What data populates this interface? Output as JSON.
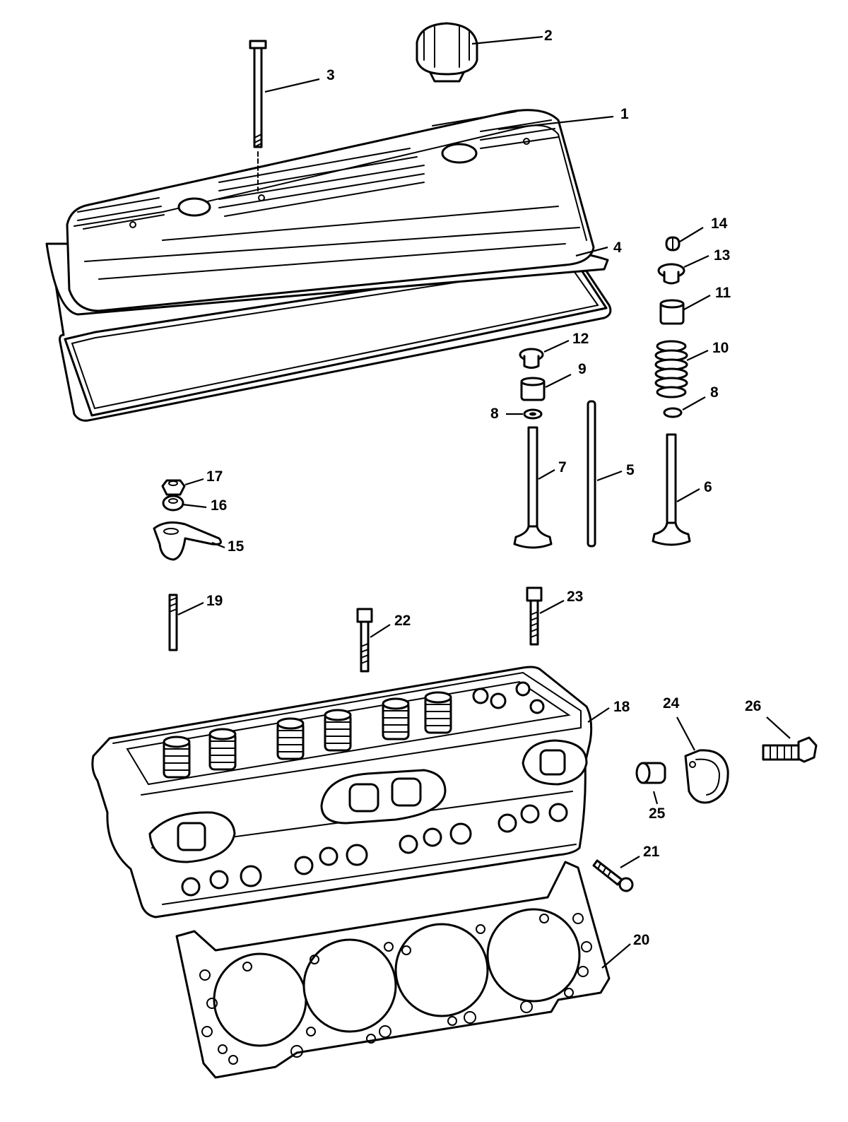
{
  "diagram": {
    "callouts": [
      {
        "id": "1",
        "label": "1"
      },
      {
        "id": "2",
        "label": "2"
      },
      {
        "id": "3",
        "label": "3"
      },
      {
        "id": "4",
        "label": "4"
      },
      {
        "id": "5",
        "label": "5"
      },
      {
        "id": "6",
        "label": "6"
      },
      {
        "id": "7",
        "label": "7"
      },
      {
        "id": "8a",
        "label": "8"
      },
      {
        "id": "8b",
        "label": "8"
      },
      {
        "id": "9",
        "label": "9"
      },
      {
        "id": "10",
        "label": "10"
      },
      {
        "id": "11",
        "label": "11"
      },
      {
        "id": "12",
        "label": "12"
      },
      {
        "id": "13",
        "label": "13"
      },
      {
        "id": "14",
        "label": "14"
      },
      {
        "id": "15",
        "label": "15"
      },
      {
        "id": "16",
        "label": "16"
      },
      {
        "id": "17",
        "label": "17"
      },
      {
        "id": "18",
        "label": "18"
      },
      {
        "id": "19",
        "label": "19"
      },
      {
        "id": "20",
        "label": "20"
      },
      {
        "id": "21",
        "label": "21"
      },
      {
        "id": "22",
        "label": "22"
      },
      {
        "id": "23",
        "label": "23"
      },
      {
        "id": "24",
        "label": "24"
      },
      {
        "id": "25",
        "label": "25"
      },
      {
        "id": "26",
        "label": "26"
      }
    ]
  }
}
